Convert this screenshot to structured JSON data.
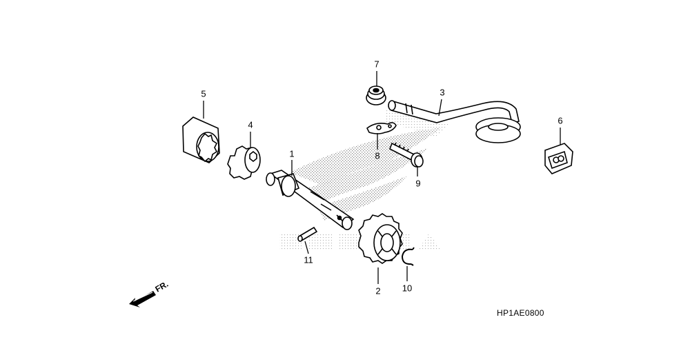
{
  "diagram": {
    "code": "HP1AE0800",
    "front_indicator": "FR.",
    "callouts": [
      "1",
      "2",
      "3",
      "4",
      "5",
      "6",
      "7",
      "8",
      "9",
      "10",
      "11"
    ]
  },
  "parts": [
    {
      "ref": "1",
      "icon": "pump-shaft-icon"
    },
    {
      "ref": "2",
      "icon": "drive-gear-icon"
    },
    {
      "ref": "3",
      "icon": "oil-strainer-pipe-icon"
    },
    {
      "ref": "4",
      "icon": "inner-rotor-icon"
    },
    {
      "ref": "5",
      "icon": "outer-rotor-icon"
    },
    {
      "ref": "6",
      "icon": "rubber-mount-icon"
    },
    {
      "ref": "7",
      "icon": "grommet-icon"
    },
    {
      "ref": "8",
      "icon": "setting-plate-icon"
    },
    {
      "ref": "9",
      "icon": "flange-bolt-icon"
    },
    {
      "ref": "10",
      "icon": "snap-ring-icon"
    },
    {
      "ref": "11",
      "icon": "dowel-pin-icon"
    }
  ],
  "colors": {
    "line": "#000000",
    "stipple": "#9a9a9a",
    "background": "#ffffff"
  }
}
